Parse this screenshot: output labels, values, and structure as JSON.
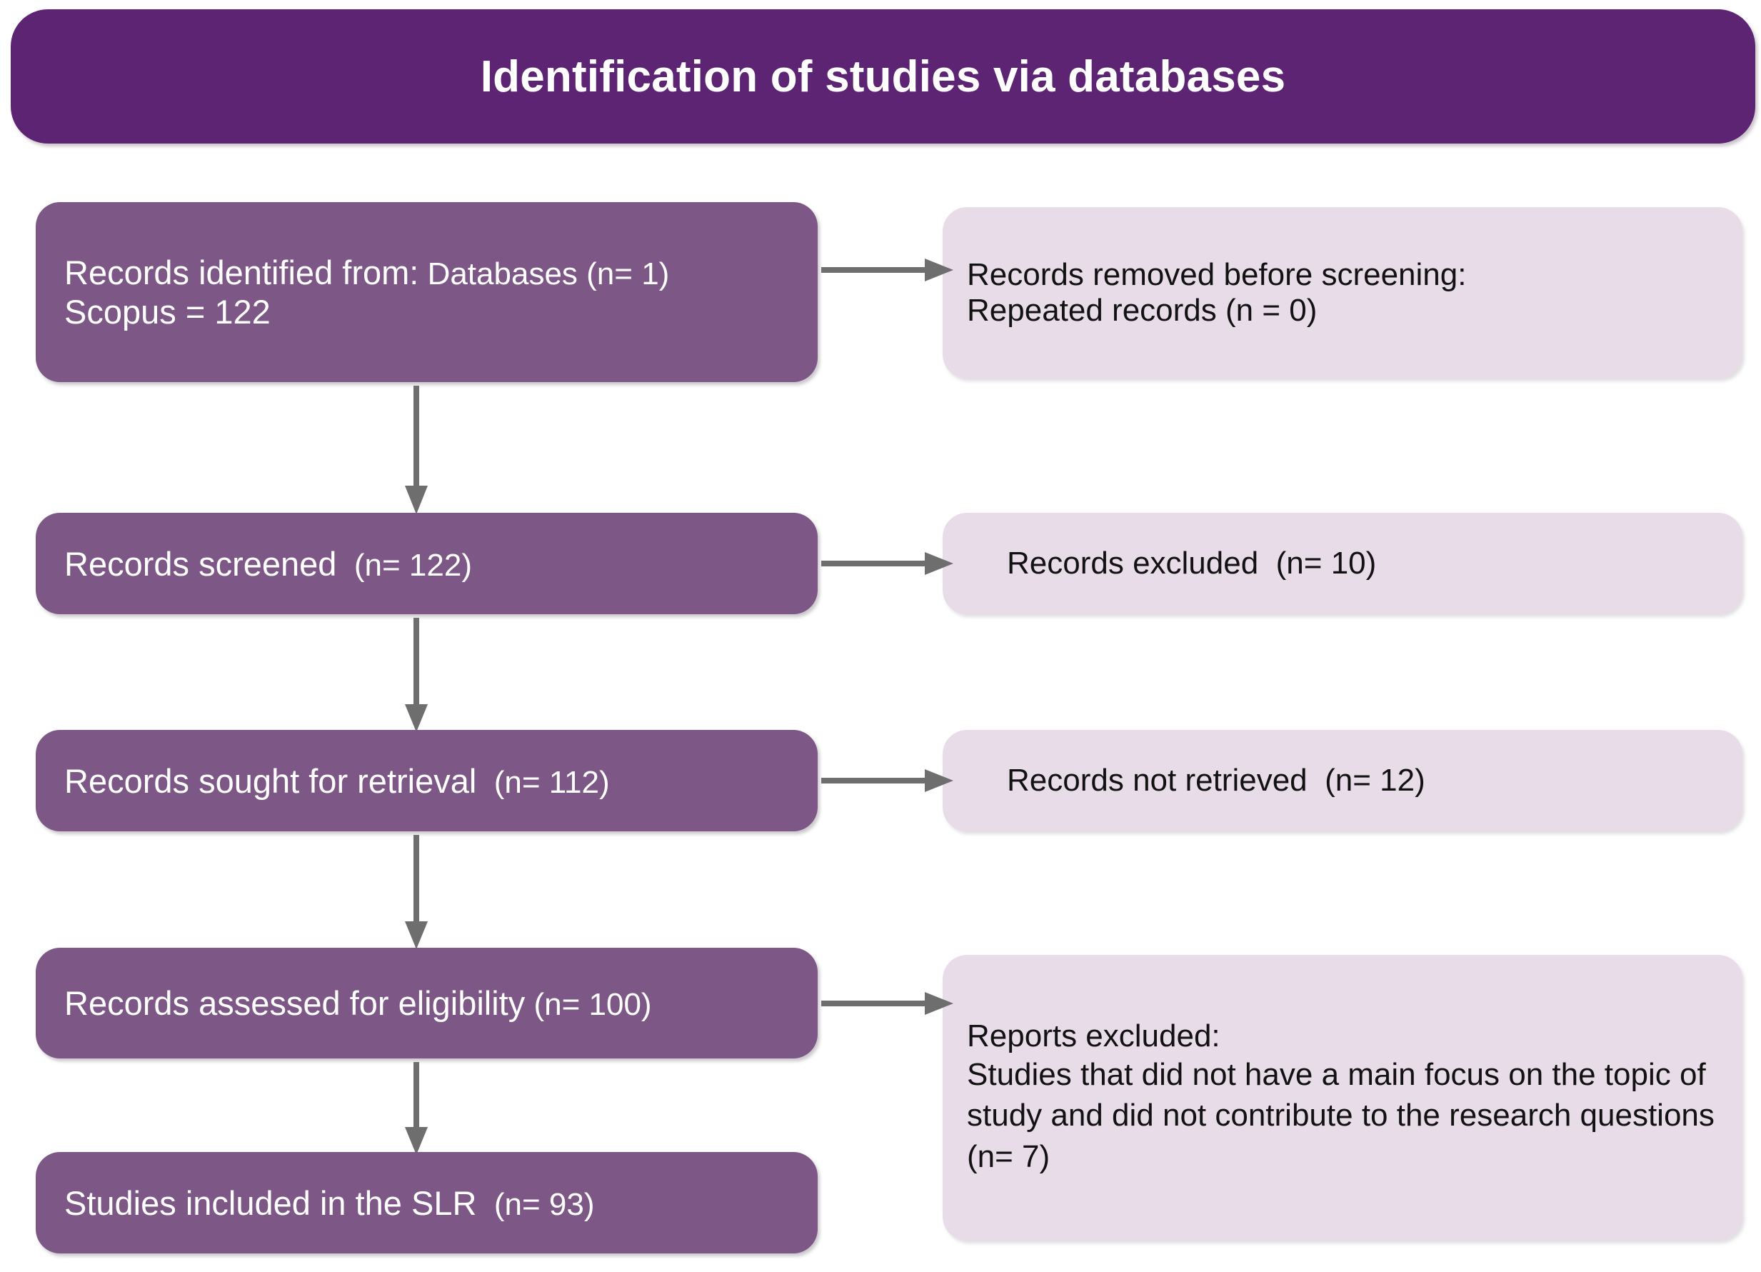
{
  "header": {
    "title": "Identification of studies via databases"
  },
  "colors": {
    "header_purple": "#5C2472",
    "box_purple": "#7D5886",
    "box_lavender": "#E8DCE8",
    "arrow_gray": "#6E6E6E",
    "text_on_purple": "#FFFFFF",
    "text_on_lavender": "#121212",
    "background": "#FFFFFF"
  },
  "flow": {
    "identification": {
      "label_main": "Records identified from:",
      "label_sub": "Databases",
      "count_databases": "(n= 1)",
      "source_line": "Scopus = 122"
    },
    "removed_before_screening": {
      "line1": "Records removed before screening:",
      "line2": "Repeated records (n = 0)"
    },
    "screened": {
      "label": "Records screened",
      "count": "(n= 122)"
    },
    "excluded": {
      "label": "Records excluded",
      "count": "(n= 10)"
    },
    "sought_for_retrieval": {
      "label": "Records sought for retrieval",
      "count": "(n= 112)"
    },
    "not_retrieved": {
      "label": "Records not retrieved",
      "count": "(n= 12)"
    },
    "assessed_for_eligibility": {
      "label": "Records assessed for eligibility",
      "count": "(n= 100)"
    },
    "reports_excluded": {
      "heading": "Reports excluded:",
      "reason": "Studies that did not have a main focus on the topic of study and did not contribute to the research questions (n= 7)"
    },
    "included": {
      "label": "Studies included in the SLR",
      "count": "(n= 93)"
    }
  },
  "icons": {
    "arrow_right": "arrow-right-icon",
    "arrow_down": "arrow-down-icon"
  }
}
